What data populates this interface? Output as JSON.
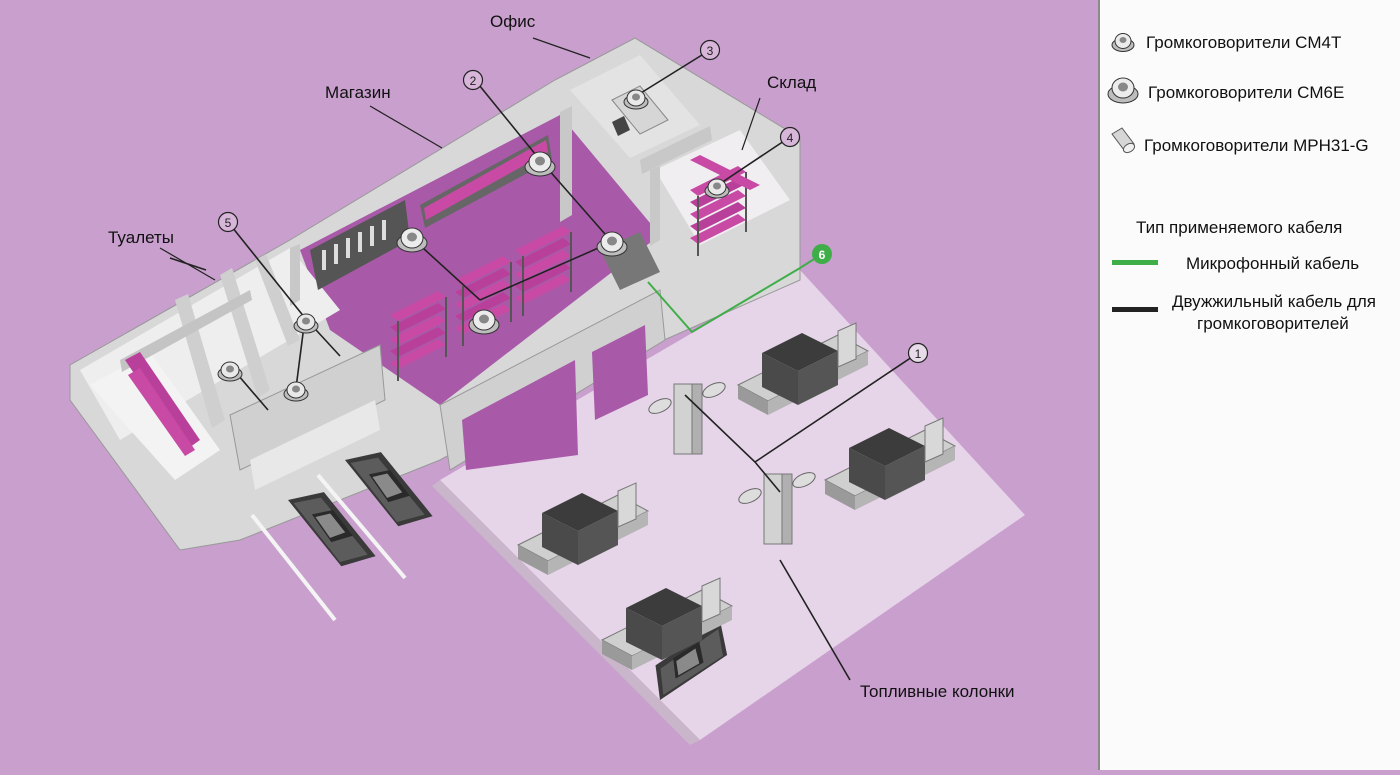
{
  "labels": {
    "office": "Офис",
    "shop": "Магазин",
    "warehouse": "Склад",
    "toilets": "Туалеты",
    "fuel_pumps": "Топливные колонки"
  },
  "markers": [
    "1",
    "2",
    "3",
    "4",
    "5",
    "6"
  ],
  "legend": {
    "speakers": [
      {
        "label": "Громкоговорители CM4T",
        "icon": "ceiling-speaker-small-icon"
      },
      {
        "label": "Громкоговорители CM6E",
        "icon": "ceiling-speaker-large-icon"
      },
      {
        "label": "Громкоговорители MPH31-G",
        "icon": "horn-speaker-icon"
      }
    ],
    "cable_title": "Тип применяемого кабеля",
    "cables": [
      {
        "label": "Микрофонный кабель",
        "color": "#3fae49"
      },
      {
        "label": "Двужжильный кабель для громкоговорителей",
        "label_line1": "Двужжильный кабель для",
        "label_line2": "громкоговорителей",
        "color": "#222222"
      }
    ]
  },
  "colors": {
    "background": "#c89fcd",
    "legend_background": "#fbfbfb",
    "microphone_cable": "#3fae49",
    "speaker_cable": "#222222",
    "floor_interior": "#a85aa8",
    "forecourt": "#e6d4e8",
    "wall": "#dcdcdc",
    "goods": "#c0489e"
  }
}
